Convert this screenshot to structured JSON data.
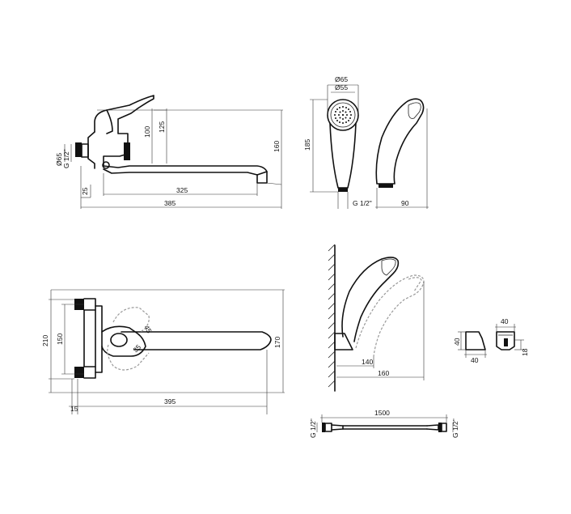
{
  "dimensions": {
    "top_view": {
      "d65": "Ø65",
      "g12": "G 1/2\"",
      "h100": "100",
      "h125": "125",
      "h160": "160",
      "d25": "25",
      "w325": "325",
      "w385": "385"
    },
    "shower_head": {
      "d65": "Ø65",
      "d55": "Ø55",
      "h185": "185",
      "g12": "G 1/2\"",
      "w90": "90"
    },
    "front_view": {
      "h210": "210",
      "h150": "150",
      "w15": "15",
      "w395": "395",
      "h170": "170",
      "a45": "45",
      "r35": "35"
    },
    "wall_holder": {
      "w140": "140",
      "w160": "160"
    },
    "bracket": {
      "w40_top": "40",
      "h40": "40",
      "w40_bottom": "40",
      "h18": "18"
    },
    "hose": {
      "len1500": "1500",
      "g12_left": "G 1/2\"",
      "g12_right": "G 1/2\""
    }
  }
}
